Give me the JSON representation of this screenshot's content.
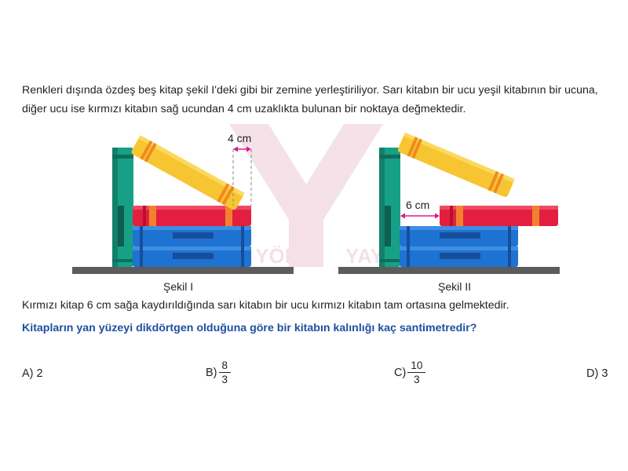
{
  "intro_text": "Renkleri dışında özdeş beş kitap şekil I'deki gibi bir zemine yerleştiriliyor. Sarı kitabın bir ucu yeşil kitabının bir ucuna, diğer ucu ise kırmızı kitabın sağ ucundan 4 cm uzaklıkta bulunan bir noktaya değmektedir.",
  "figure1": {
    "label": "Şekil I",
    "dim_label": "4 cm"
  },
  "figure2": {
    "label": "Şekil II",
    "dim_label": "6 cm"
  },
  "watermark": {
    "left": "YÖK YÖK",
    "right": "YAYINLARI"
  },
  "note_text": "Kırmızı kitap 6 cm sağa kaydırıldığında sarı kitabın bir ucu kırmızı kitabın tam ortasına gelmektedir.",
  "question_text": "Kitapların yan yüzeyi dikdörtgen olduğuna göre bir kitabın kalınlığı kaç santimetredir?",
  "choices": {
    "a": {
      "letter": "A)",
      "value": "2"
    },
    "b": {
      "letter": "B)",
      "num": "8",
      "den": "3"
    },
    "c": {
      "letter": "C)",
      "num": "10",
      "den": "3"
    },
    "d": {
      "letter": "D)",
      "value": "3"
    }
  },
  "colors": {
    "green": "#17a085",
    "yellow": "#f7c531",
    "red": "#e31f3f",
    "blue": "#1e73d2",
    "floor": "#555555",
    "dimension": "#e0198c",
    "question": "#1f4fa3"
  }
}
